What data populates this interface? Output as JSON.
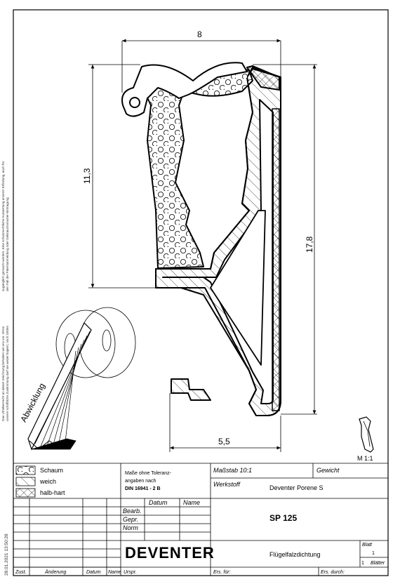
{
  "dimensions": {
    "width_top": "8",
    "height_left": "11,3",
    "height_right": "17,8",
    "width_bottom": "5,5"
  },
  "unroll_label": "Abwicklung",
  "thumb_scale": "M 1:1",
  "legend": [
    {
      "hatch": "dots",
      "label": "Schaum"
    },
    {
      "hatch": "diag",
      "label": "weich"
    },
    {
      "hatch": "cross",
      "label": "halb-hart"
    }
  ],
  "tolerance": {
    "line1": "Maße ohne Toleranz-",
    "line2": "angaben nach",
    "line3": "DIN 16941 - 2 B"
  },
  "massstab": "Maßstab 10:1",
  "gewicht_label": "Gewicht",
  "werkstoff_label": "Werkstoff",
  "werkstoff_value": "Deventer Porene S",
  "part_number": "SP 125",
  "part_name": "Flügelfalzdichtung",
  "company": "DEVENTER",
  "sign_block": {
    "datum": "Datum",
    "name": "Name",
    "rows": [
      "Bearb.",
      "Gepr.",
      "Norm"
    ]
  },
  "blatt_label": "Blatt",
  "blatt_value": "1",
  "blaetter_label": "Blätter",
  "blaetter_value": "1",
  "footer": {
    "zust": "Zust.",
    "aenderung": "Änderung",
    "datum": "Datum",
    "name": "Name",
    "urspr": "Urspr.",
    "ers_fuer": "Ers. für:",
    "ers_durch": "Ers. durch:"
  },
  "date_stamp": "28.01.2021 13:50:28",
  "copyright_1": "Das Urheberrecht an dieser Zeichnung behalten wir uns vor. Ohne",
  "copyright_2": "unsere schriftliche Zustimmung darf sie weder kopiert, noch Dritten",
  "copyright_3": "zugänglich gemacht werden. Eine schutzrechtliche Auswertung unserer Erfindung, auch für",
  "copyright_4": "den Fall der Patentanmeldung oder Gebrauchsmuster-Eintragung."
}
